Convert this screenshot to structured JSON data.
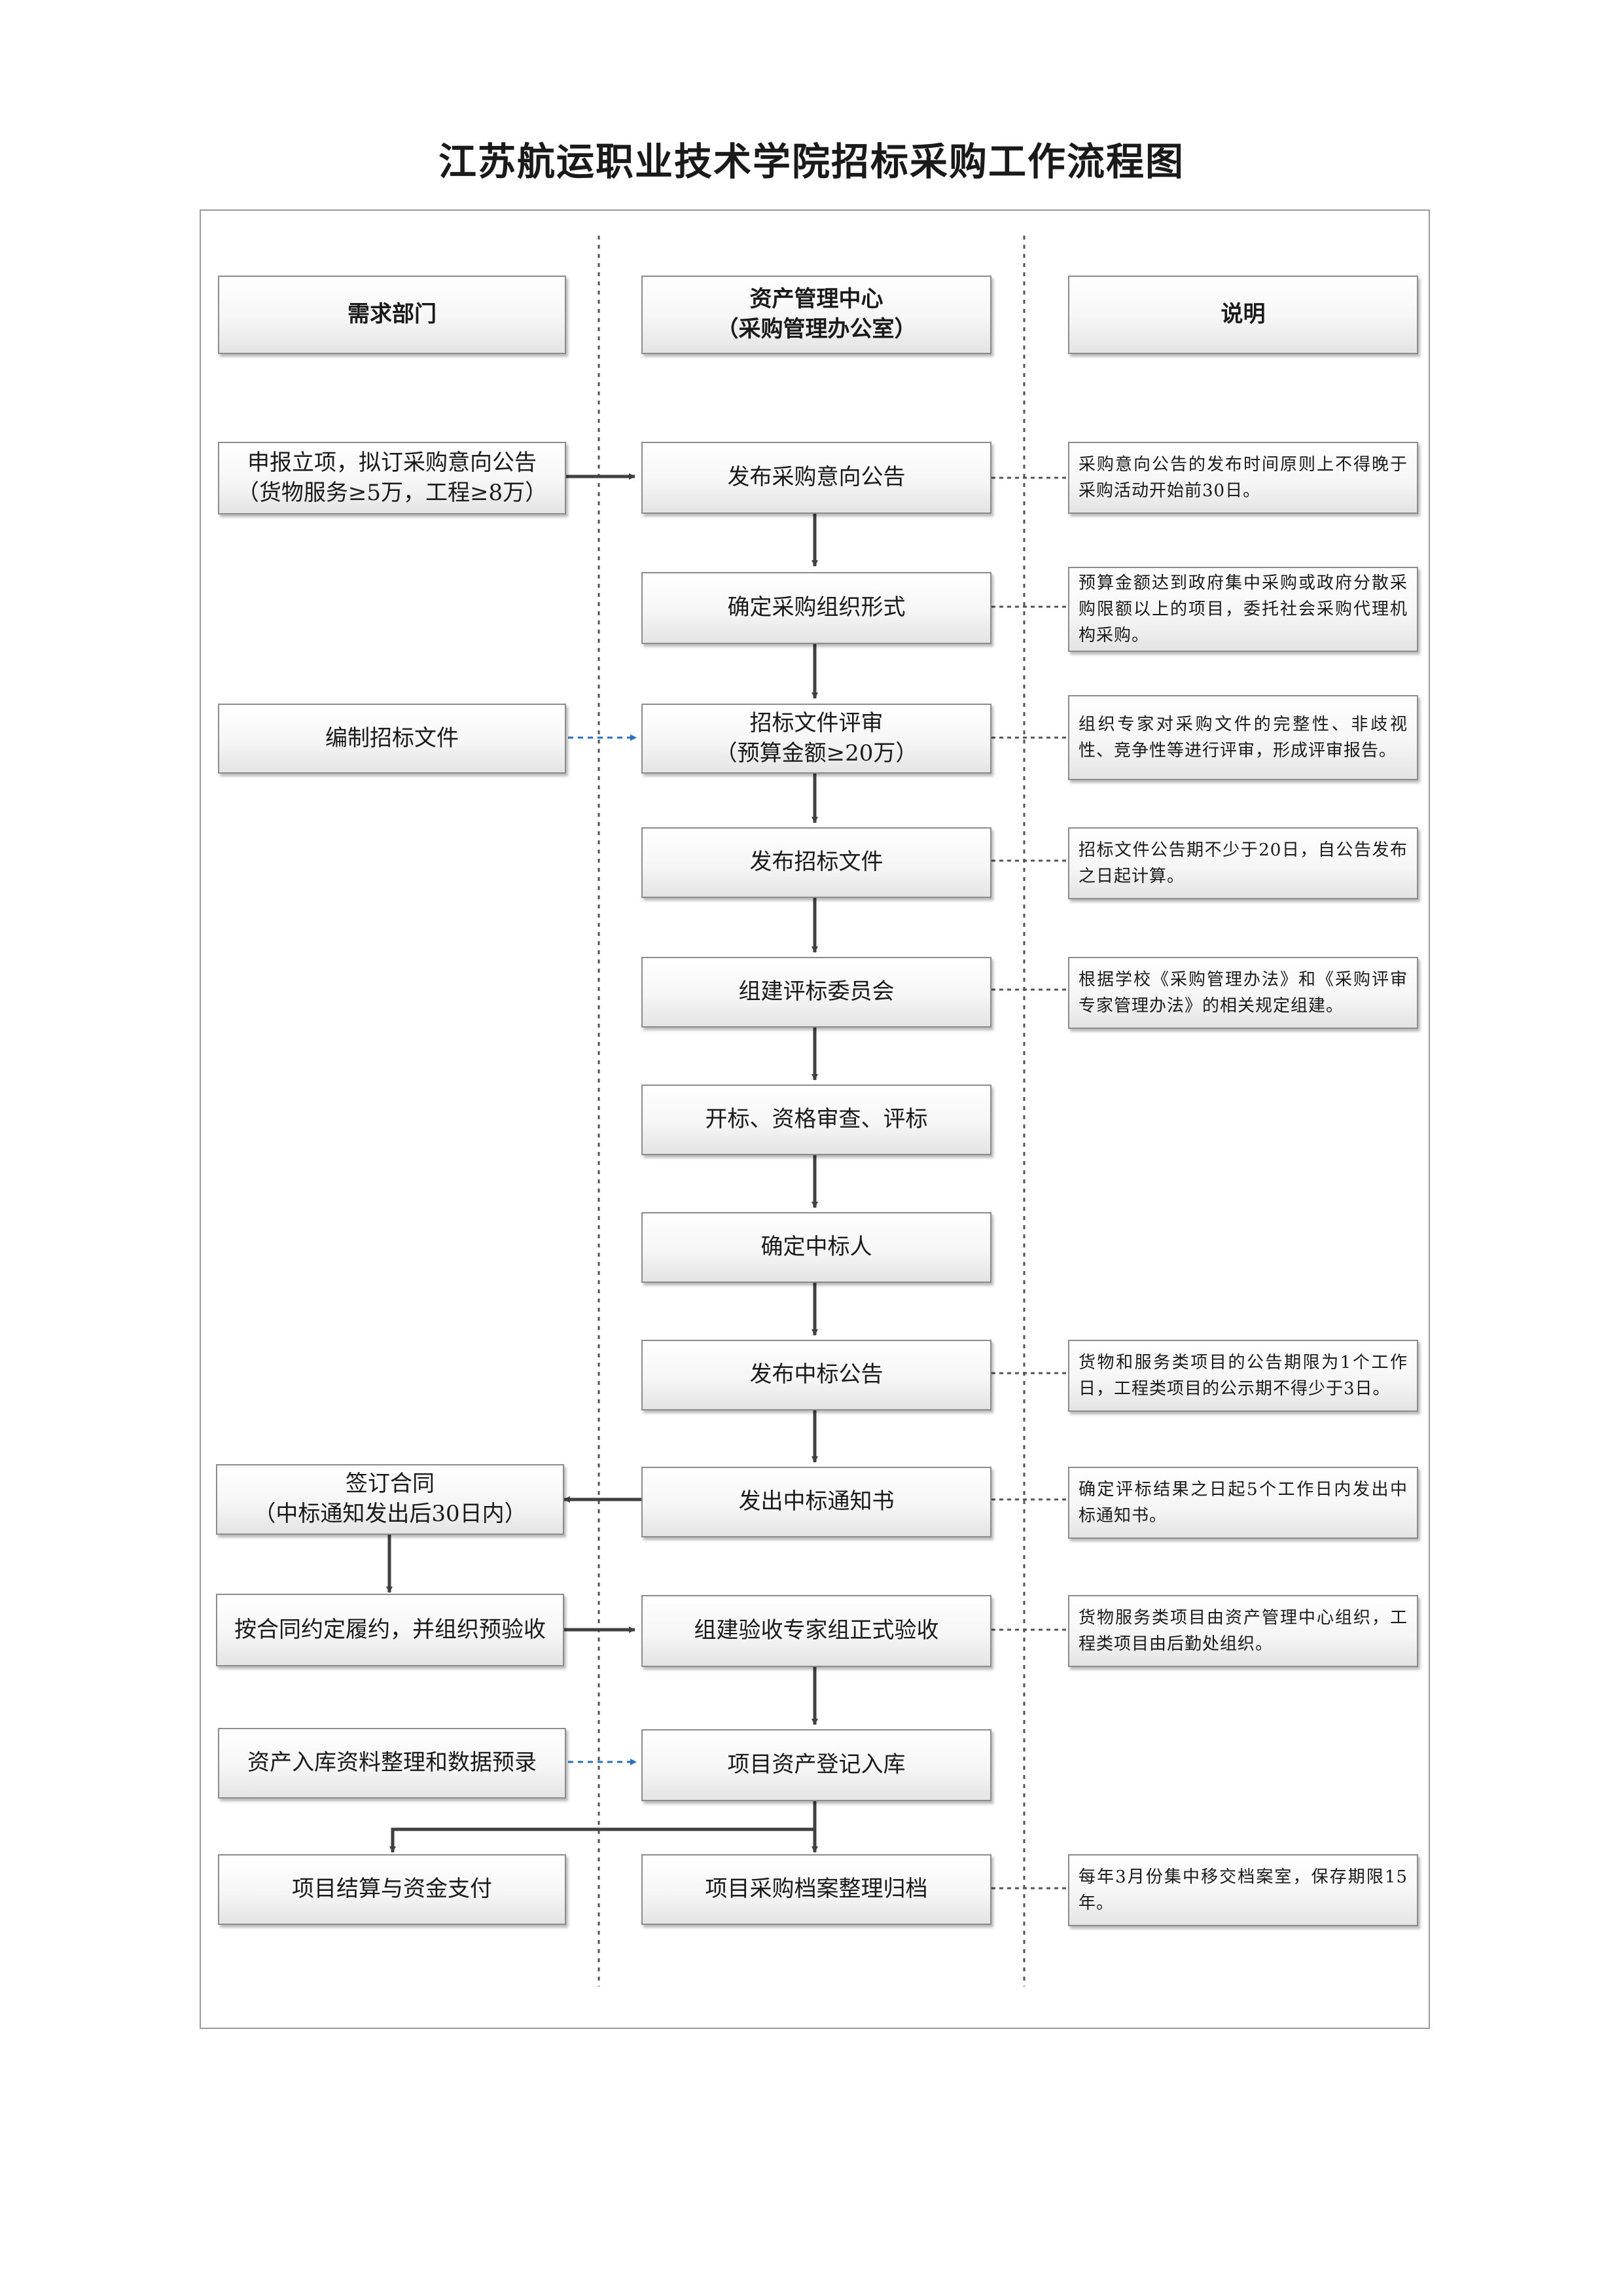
{
  "title": "江苏航运职业技术学院招标采购工作流程图",
  "headers": {
    "dept": "需求部门",
    "center": "资产管理中心\n（采购管理办公室）",
    "notes": "说明"
  },
  "dept": {
    "apply": "申报立项，拟订采购意向公告\n（货物服务≥5万，工程≥8万）",
    "draft": "编制招标文件",
    "sign": "签订合同\n（中标通知发出后30日内）",
    "perform": "按合同约定履约，并组织预验收",
    "asset_data": "资产入库资料整理和数据预录",
    "settle": "项目结算与资金支付"
  },
  "center": {
    "intent": "发布采购意向公告",
    "form": "确定采购组织形式",
    "review": "招标文件评审\n（预算金额≥20万）",
    "publish": "发布招标文件",
    "committee": "组建评标委员会",
    "evaluate": "开标、资格审查、评标",
    "winner": "确定中标人",
    "announce": "发布中标公告",
    "notice": "发出中标通知书",
    "accept": "组建验收专家组正式验收",
    "register": "项目资产登记入库",
    "archive": "项目采购档案整理归档"
  },
  "notes": {
    "intent": "采购意向公告的发布时间原则上不得晚于采购活动开始前30日。",
    "form": "预算金额达到政府集中采购或政府分散采购限额以上的项目，委托社会采购代理机构采购。",
    "review": "组织专家对采购文件的完整性、非歧视性、竞争性等进行评审，形成评审报告。",
    "publish": "招标文件公告期不少于20日，自公告发布之日起计算。",
    "committee": "根据学校《采购管理办法》和《采购评审专家管理办法》的相关规定组建。",
    "announce": "货物和服务类项目的公告期限为1个工作日，工程类项目的公示期不得少于3日。",
    "notice": "确定评标结果之日起5个工作日内发出中标通知书。",
    "accept": "货物服务类项目由资产管理中心组织，工程类项目由后勤处组织。",
    "archive": "每年3月份集中移交档案室，保存期限15年。"
  },
  "colors": {
    "solid_arrow": "#404040",
    "dashed_arrow": "#2a6fbf",
    "note_link": "#555555"
  }
}
